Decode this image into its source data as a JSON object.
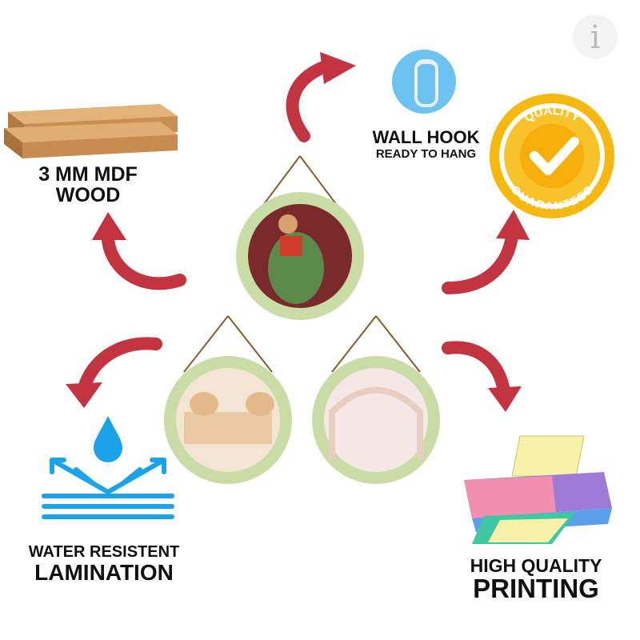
{
  "features": {
    "wood": {
      "line1": "3 MM MDF",
      "line2": "WOOD"
    },
    "hook": {
      "title": "WALL HOOK",
      "subtitle": "READY TO HANG"
    },
    "quality": {
      "top": "QUALITY",
      "bottom": "GUARANTEED"
    },
    "lamination": {
      "line1": "WATER RESISTENT",
      "line2": "LAMINATION"
    },
    "printing": {
      "line1": "HIGH QUALITY",
      "line2": "PRINTING"
    }
  },
  "brand": {
    "logo_letter": "i"
  },
  "colors": {
    "arrow": "#c2343f",
    "frame": "#c9dca6",
    "accent_blue": "#1aa3e8",
    "badge_gold": "#f5b80f"
  }
}
